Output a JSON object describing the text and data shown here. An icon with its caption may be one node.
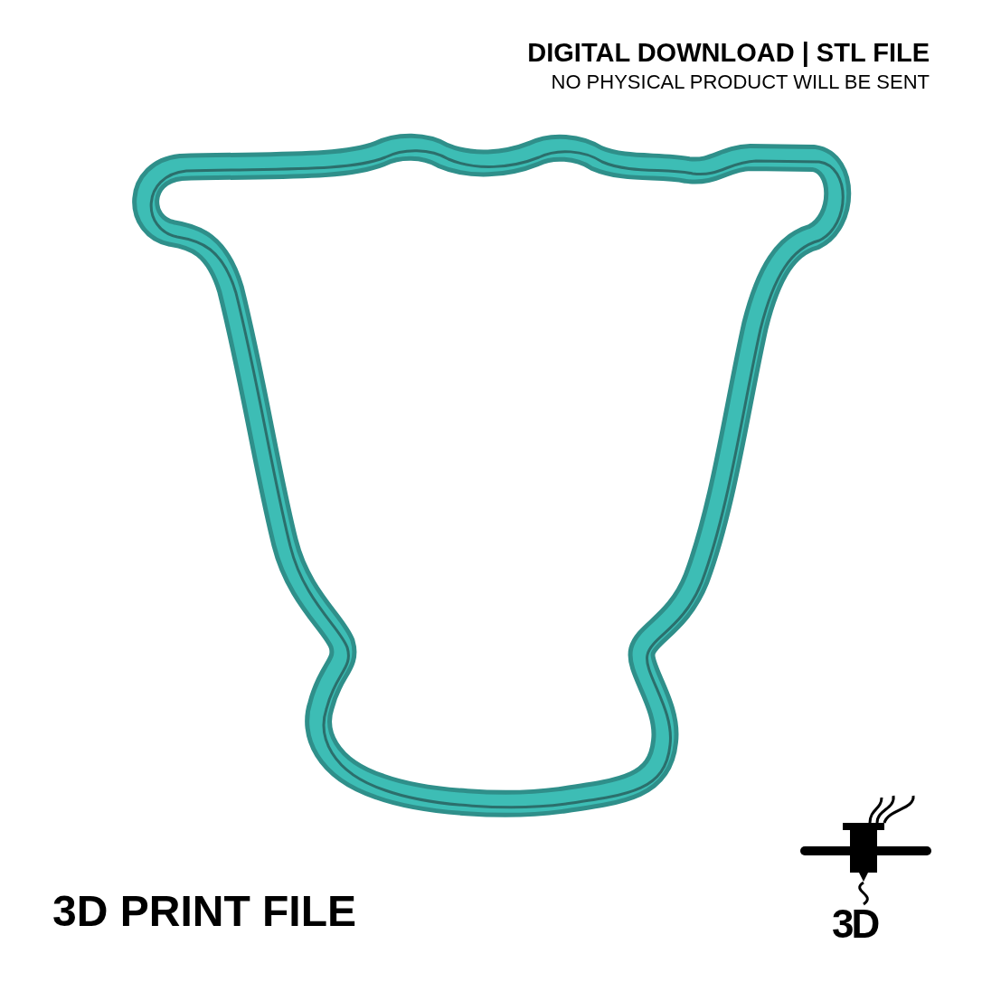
{
  "diagram": {
    "labels": [
      "DIGITAL DOWNLOAD | STL FILE",
      "NO PHYSICAL PRODUCT WILL BE SENT",
      "3D PRINT FILE",
      "3D"
    ]
  }
}
